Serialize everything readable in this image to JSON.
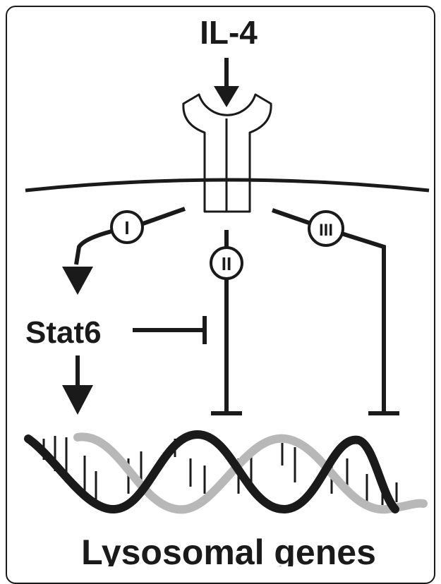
{
  "diagram": {
    "ligand_label": "IL-4",
    "transcription_factor_label": "Stat6",
    "target_label": "Lysosomal genes",
    "pathways": [
      {
        "id": "I",
        "label": "I"
      },
      {
        "id": "II",
        "label": "II"
      },
      {
        "id": "III",
        "label": "III"
      }
    ],
    "colors": {
      "ink": "#1a1a1a",
      "dna_strand_primary": "#1a1a1a",
      "dna_strand_secondary": "#b8b8b8"
    }
  }
}
